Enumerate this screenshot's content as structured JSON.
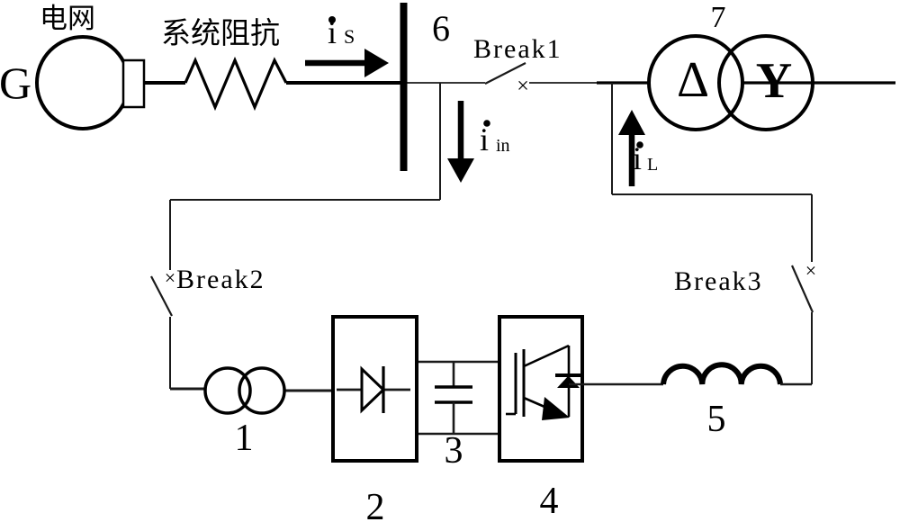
{
  "diagram": {
    "grid_label": "电网",
    "generator_letter": "G",
    "impedance_label": "系统阻抗",
    "bus_number": "6",
    "transformer_number": "7",
    "delta_symbol": "Δ",
    "wye_symbol": "Y",
    "breakers": {
      "break1": "Break1",
      "break2": "Break2",
      "break3": "Break3",
      "cross": "×"
    },
    "currents": {
      "source": {
        "base": "i",
        "sub": "S"
      },
      "input": {
        "base": "i",
        "sub": "in"
      },
      "load": {
        "base": "i",
        "sub": "L"
      }
    },
    "components": {
      "transformer1": "1",
      "rectifier2": "2",
      "capacitor3": "3",
      "inverter4": "4",
      "inductor5": "5"
    },
    "colors": {
      "ink": "#000000",
      "background": "#ffffff"
    }
  }
}
